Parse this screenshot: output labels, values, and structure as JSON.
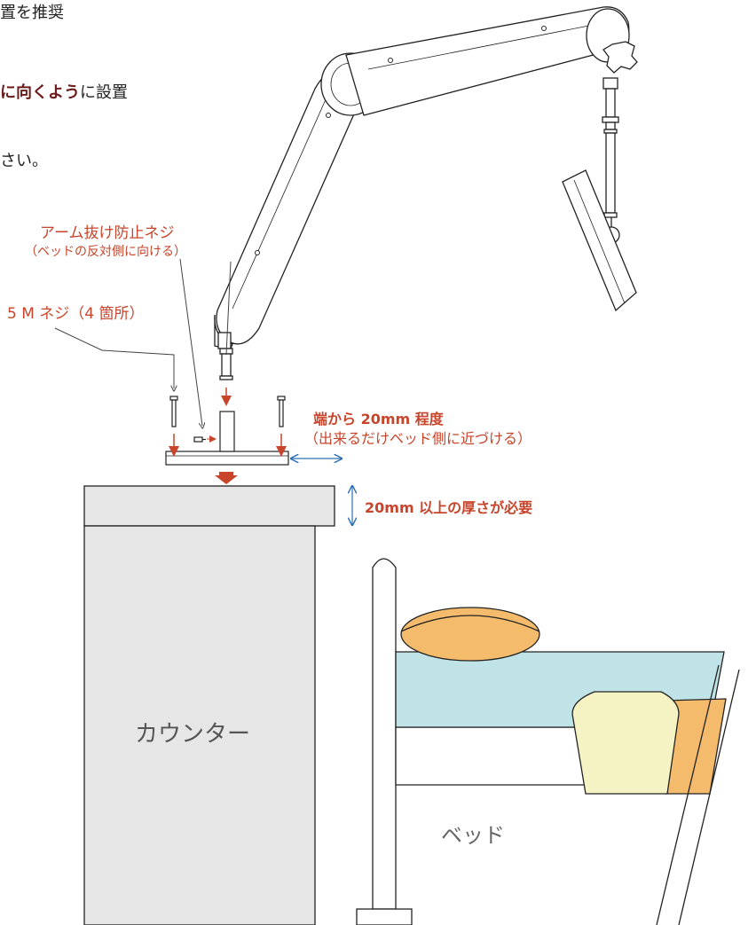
{
  "instructions": {
    "line1": "置を推奨",
    "line2_emph": "に向くよう",
    "line2_rest": "に設置",
    "line3": "さい。"
  },
  "labels": {
    "arm_stop_screw": "アーム抜け防止ネジ",
    "arm_stop_screw_note": "（ベッドの反対側に向ける）",
    "m5_screw": "5 M ネジ（4 箇所）",
    "edge_distance": "端から 20mm 程度",
    "edge_distance_note": "（出来るだけベッド側に近づける）",
    "thickness": "20mm 以上の厚さが必要",
    "counter": "カウンター",
    "bed": "ベッド"
  },
  "colors": {
    "accent_red": "#c8452c",
    "emphasis_maroon": "#6b1b1b",
    "dimension_blue": "#2a6fb5",
    "counter_fill": "#e6e6e6",
    "pillow_fill": "#f5bb6c",
    "mattress_fill": "#bfe3e6",
    "cushion_fill": "#f5f2c4"
  }
}
